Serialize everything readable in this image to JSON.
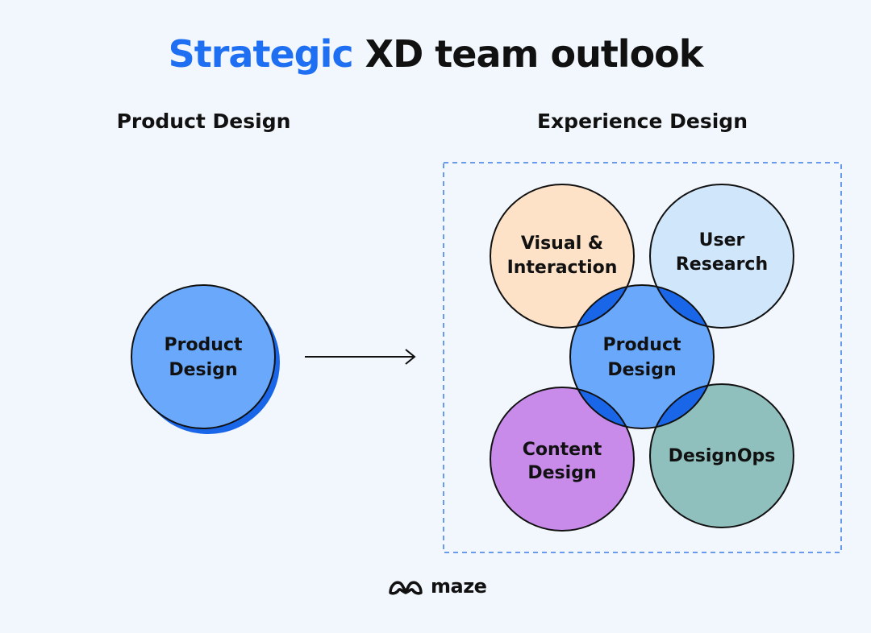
{
  "title": {
    "accent": "Strategic",
    "rest": " XD team outlook"
  },
  "left_section": {
    "heading": "Product Design",
    "circle_line1": "Product",
    "circle_line2": "Design"
  },
  "right_section": {
    "heading": "Experience Design",
    "circles": {
      "visual": {
        "line1": "Visual &",
        "line2": "Interaction"
      },
      "research": {
        "line1": "User",
        "line2": "Research"
      },
      "product": {
        "line1": "Product",
        "line2": "Design"
      },
      "content": {
        "line1": "Content",
        "line2": "Design"
      },
      "ops": {
        "line1": "DesignOps"
      }
    }
  },
  "logo": {
    "text": "maze"
  },
  "colors": {
    "background": "#f2f7fd",
    "accent_blue": "#1e6ff2",
    "product_fill": "#69a8fb",
    "shadow_blue": "#1a66e8",
    "visual_fill": "#fde2c8",
    "research_fill": "#d0e6fb",
    "content_fill": "#c88bea",
    "ops_fill": "#8fc0bd",
    "overlap_fill": "#1a66e8",
    "outline": "#111111",
    "dash_border": "#3b7de9"
  }
}
